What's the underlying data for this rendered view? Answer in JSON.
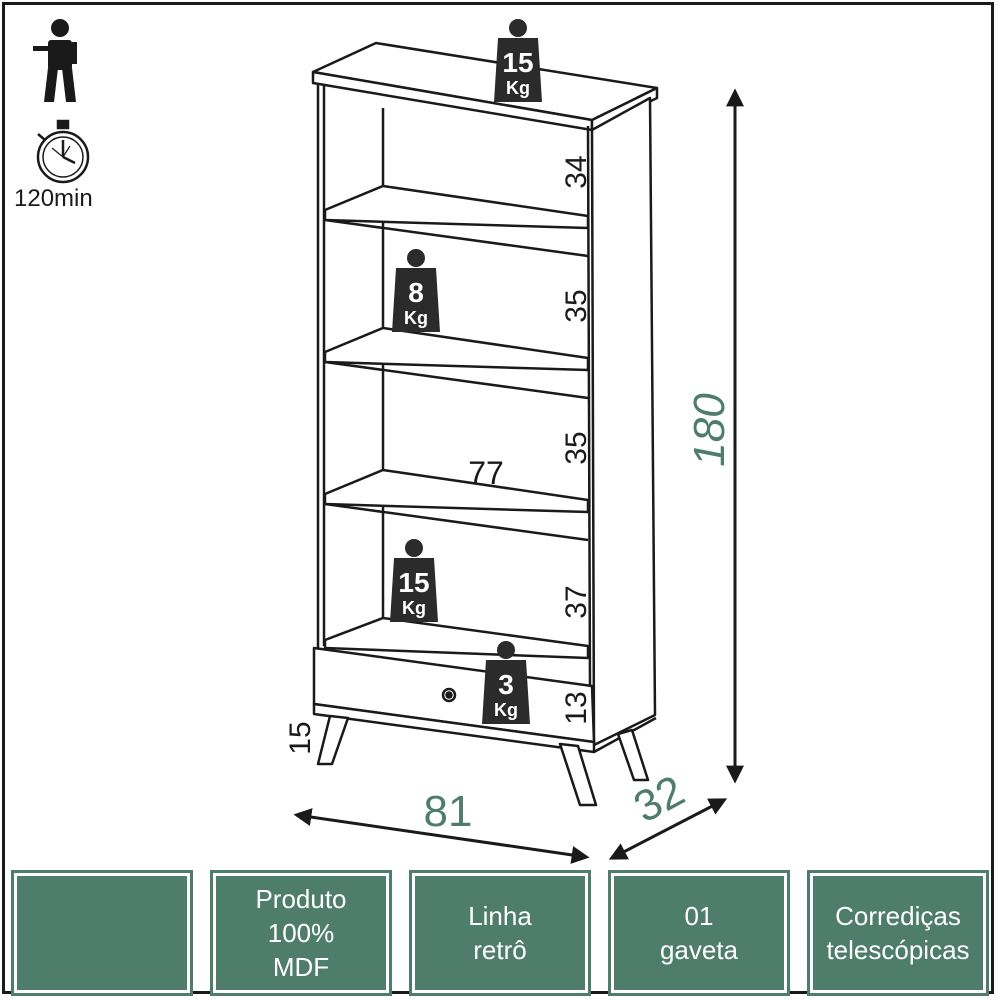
{
  "install": {
    "time_label": "120min"
  },
  "dimensions": {
    "height": "180",
    "width": "81",
    "depth": "32",
    "inner_width": "77",
    "leg_height": "15",
    "niche_heights": [
      "34",
      "35",
      "35",
      "37"
    ],
    "drawer_height": "13"
  },
  "weights": [
    {
      "value": "15",
      "unit": "Kg"
    },
    {
      "value": "8",
      "unit": "Kg"
    },
    {
      "value": "15",
      "unit": "Kg"
    },
    {
      "value": "3",
      "unit": "Kg"
    }
  ],
  "features": [
    {
      "label": ""
    },
    {
      "label": "Produto\n100%\nMDF"
    },
    {
      "label": "Linha\nretrô"
    },
    {
      "label": "01\ngaveta"
    },
    {
      "label": "Corrediças\ntelescópicas"
    }
  ],
  "colors": {
    "accent": "#4f7d6b",
    "line": "#1a1a1a",
    "weight_tag": "#2b2b2b"
  }
}
